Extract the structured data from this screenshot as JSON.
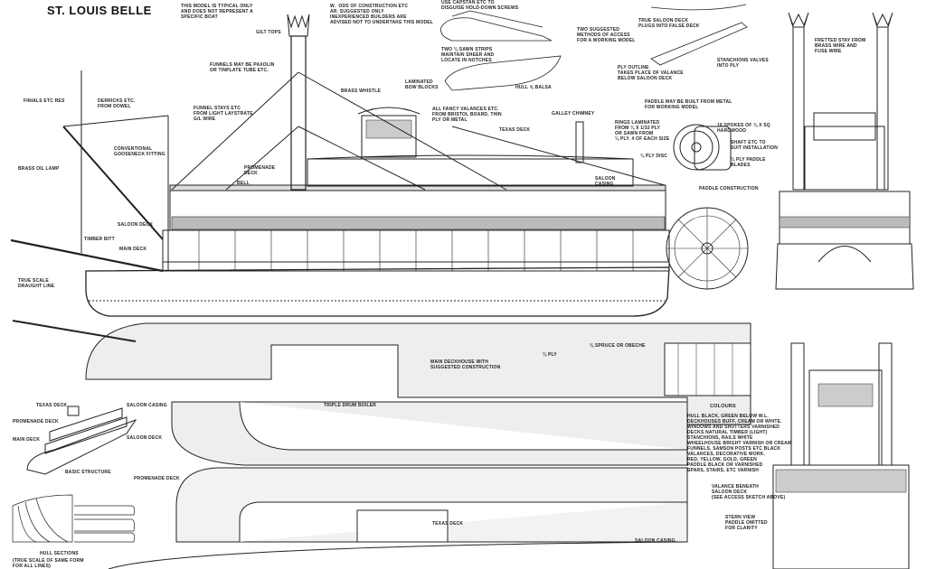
{
  "title": "ST. LOUIS BELLE",
  "notes": {
    "typical": "THIS MODEL IS TYPICAL ONLY\nAND DOES NOT REPRESENT A\nSPECIFIC BOAT",
    "construction": "W.  ODS OF CONSTRUCTION ETC\nAR. SUGGESTED ONLY\nINEXPERIENCED BUILDERS ARE\nADVISED NOT TO UNDERTAKE THIS MODEL",
    "access": "TWO SUGGESTED\nMETHODS OF ACCESS\nFOR A WORKING MODEL"
  },
  "labels": {
    "gilt_tops": "GILT TOPS",
    "funnels": "FUNNELS MAY BE PAXOLIN\nOR TINPLATE TUBE ETC.",
    "funnel_stays": "FUNNEL STAYS ETC\nFROM LIGHT LAYSTRATE\nG/L WIRE",
    "finials": "FINIALS ETC RES",
    "derricks": "DERRICKS ETC.\nFROM DOWEL",
    "gooseneck": "CONVENTIONAL\nGOOSENECK FITTING",
    "brass_lamp": "BRASS OIL LAMP",
    "promenade_deck": "PROMENADE\nDECK",
    "bell": "BELL",
    "brass_whistle": "BRASS WHISTLE",
    "laminated_bow": "LAMINATED\nBOW BLOCKS",
    "fancy_valances": "ALL FANCY VALANCES ETC.\nFROM BRISTOL BOARD, THIN\nPLY OR METAL",
    "texas_deck": "TEXAS DECK",
    "galley_chimney": "GALLEY CHIMNEY",
    "saloon_casing": "SALOON\nCASING",
    "saloon_deck": "SALOON DECK",
    "timber_bitt": "TIMBER BITT",
    "main_deck": "MAIN DECK",
    "draught_line": "TRUE SCALE\nDRAUGHT LINE",
    "hold_down": "USE CAPSTAN ETC TO\nDISGUISE HOLD-DOWN SCREWS",
    "sawn_strips": "TWO ⅛ SAWN STRIPS\nMAINTAIN SHEER AND\nLOCATE IN NOTCHES",
    "hull_balsa": "HULL ⅝ BALSA",
    "true_saloon": "TRUE SALOON DECK\nPLUGS INTO FALSE DECK",
    "stanchions": "STANCHIONS VALVES\nINTO PLY",
    "ply_outline": "PLY OUTLINE\nTAKES PLACE OF VALANCE\nBELOW SALOON DECK",
    "paddle_metal": "PADDLE MAY BE BUILT FROM METAL\nFOR WORKING MODEL",
    "rings": "RINGS LAMINATED\nFROM ⅛ X 1/32 PLY\nOR SAWN FROM\n⅛ PLY. 4 OF EACH SIZE",
    "spokes": "16 SPOKES OF ⅛ X SQ\nHARDWOOD",
    "shaft": "SHAFT ETC TO\nSUIT INSTALLATION",
    "ply_disc": "⅛ PLY DISC",
    "ply_blades": "⅛ PLY PADDLE\nBLADES",
    "paddle_construction": "PADDLE CONSTRUCTION",
    "fretted_stay": "FRETTED STAY FROM\nBRASS WIRE AND\nFUSE WIRE",
    "ply_1": "⅛ PLY",
    "spruce": "⅛ SPRUCE OR OBECHE",
    "main_deckhouse": "MAIN DECKHOUSE WITH\nSUGGESTED CONSTRUCTION",
    "boiler": "TRIPLE DRUM BOILER",
    "texas_deck_b": "TEXAS DECK",
    "saloon_casing_b": "SALOON CASING",
    "promenade_deck_b": "PROMENADE DECK",
    "main_deck_b": "MAIN DECK",
    "saloon_deck_b": "SALOON DECK",
    "basic_structure": "BASIC STRUCTURE",
    "promenade_deck_c": "PROMENADE DECK",
    "texas_deck_c": "TEXAS DECK",
    "saloon_casing_c": "SALOON CASING",
    "hull_sections": "HULL SECTIONS",
    "true_scale_form": "(TRUE SCALE OF SAME FORM\nFOR ALL LINES)",
    "valance": "VALANCE BENEATH\nSALOON DECK\n(SEE ACCESS SKETCH ABOVE)",
    "stern_view": "STERN VIEW\nPADDLE OMITTED\nFOR CLARITY"
  },
  "colours": {
    "heading": "COLOURS",
    "text": "HULL BLACK, GREEN BELOW W.L.\nDECKHOUSES BUFF, CREAM OR WHITE.\nWINDOWS AND SHUTTERS VARNISHED\nDECKS NATURAL TIMBER (LIGHT)\nSTANCHIONS, RAILS WHITE\nWHEELHOUSE BRIGHT VARNISH OR CREAM\nFUNNELS, SAMSON POSTS ETC BLACK\nVALANCES, DECORATIVE WORK.\nRED, YELLOW, GOLD, GREEN\nPADDLE BLACK OR VARNISHED\nSPARS, STAIRS, ETC VARNISH"
  }
}
